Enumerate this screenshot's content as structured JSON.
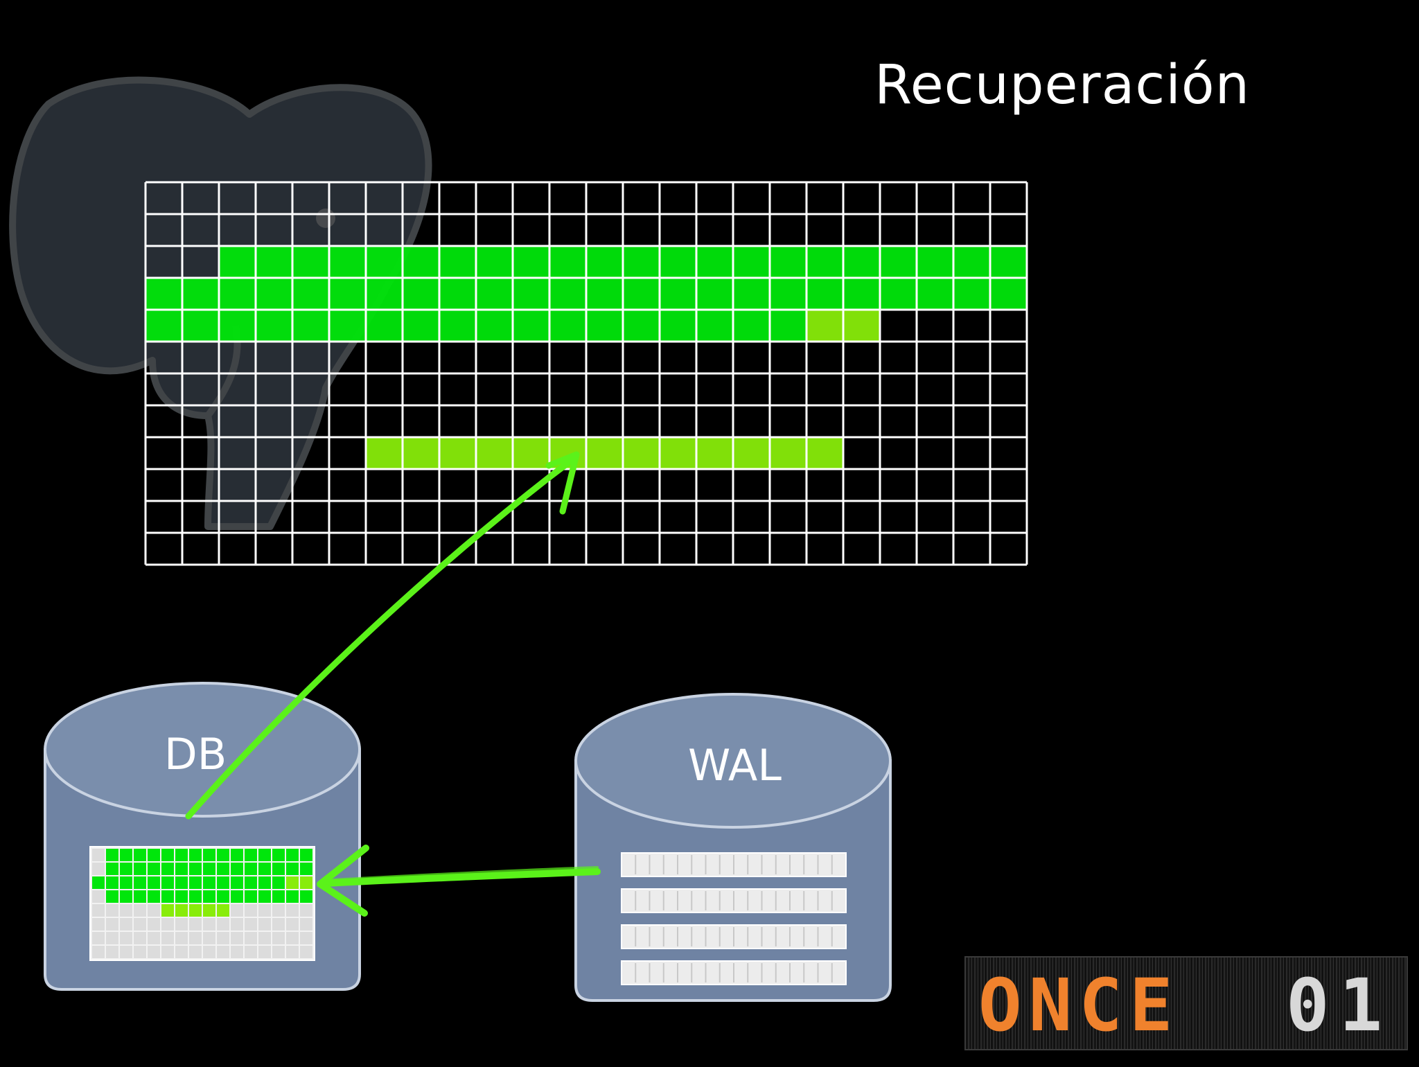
{
  "slide": {
    "title": "Recuperación",
    "db_label": "DB",
    "wal_label": "WAL"
  },
  "logo": {
    "brand": "ONCE",
    "number": "01"
  },
  "colors": {
    "background": "#000000",
    "grid_lines": "#ffffff",
    "bright_green": "#00e60b",
    "lime_green": "#88ec0a",
    "cylinder_fill": "#6f83a3",
    "cylinder_edge": "#c9d3e2",
    "logo_orange": "#f0822d"
  },
  "icons": [
    "postgres-elephant-icon",
    "database-cylinder-icon"
  ]
}
